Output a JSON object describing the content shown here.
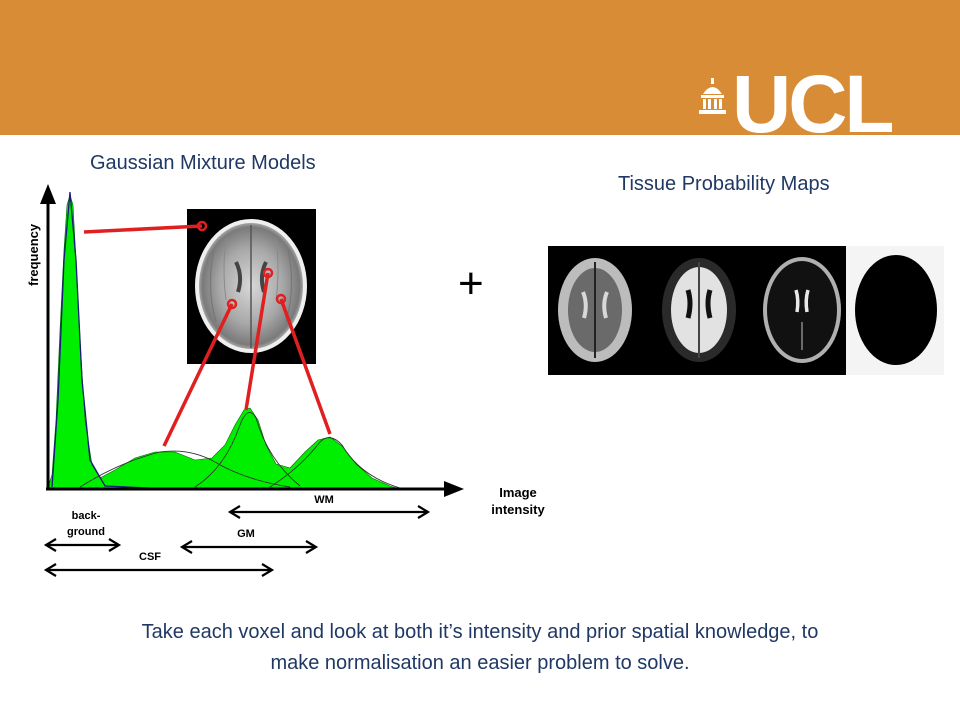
{
  "header": {
    "logo_text": "UCL",
    "banner_color": "#d98c36"
  },
  "left_panel": {
    "title": "Gaussian Mixture Models",
    "y_axis_label": "frequency",
    "x_axis_label_line1": "Image",
    "x_axis_label_line2": "intensity",
    "ranges": {
      "wm": "WM",
      "background_line1": "back-",
      "background_line2": "ground",
      "gm": "GM",
      "csf": "CSF"
    },
    "histogram_color": "#00ee00",
    "pointer_color": "#e02020"
  },
  "operator": "+",
  "right_panel": {
    "title": "Tissue Probability Maps",
    "maps": [
      "grey-matter-map",
      "white-matter-map",
      "csf-map",
      "background-map"
    ]
  },
  "caption": {
    "line1": "Take each voxel and look at both it’s intensity and prior spatial knowledge, to",
    "line2": "make normalisation an easier problem to solve."
  }
}
